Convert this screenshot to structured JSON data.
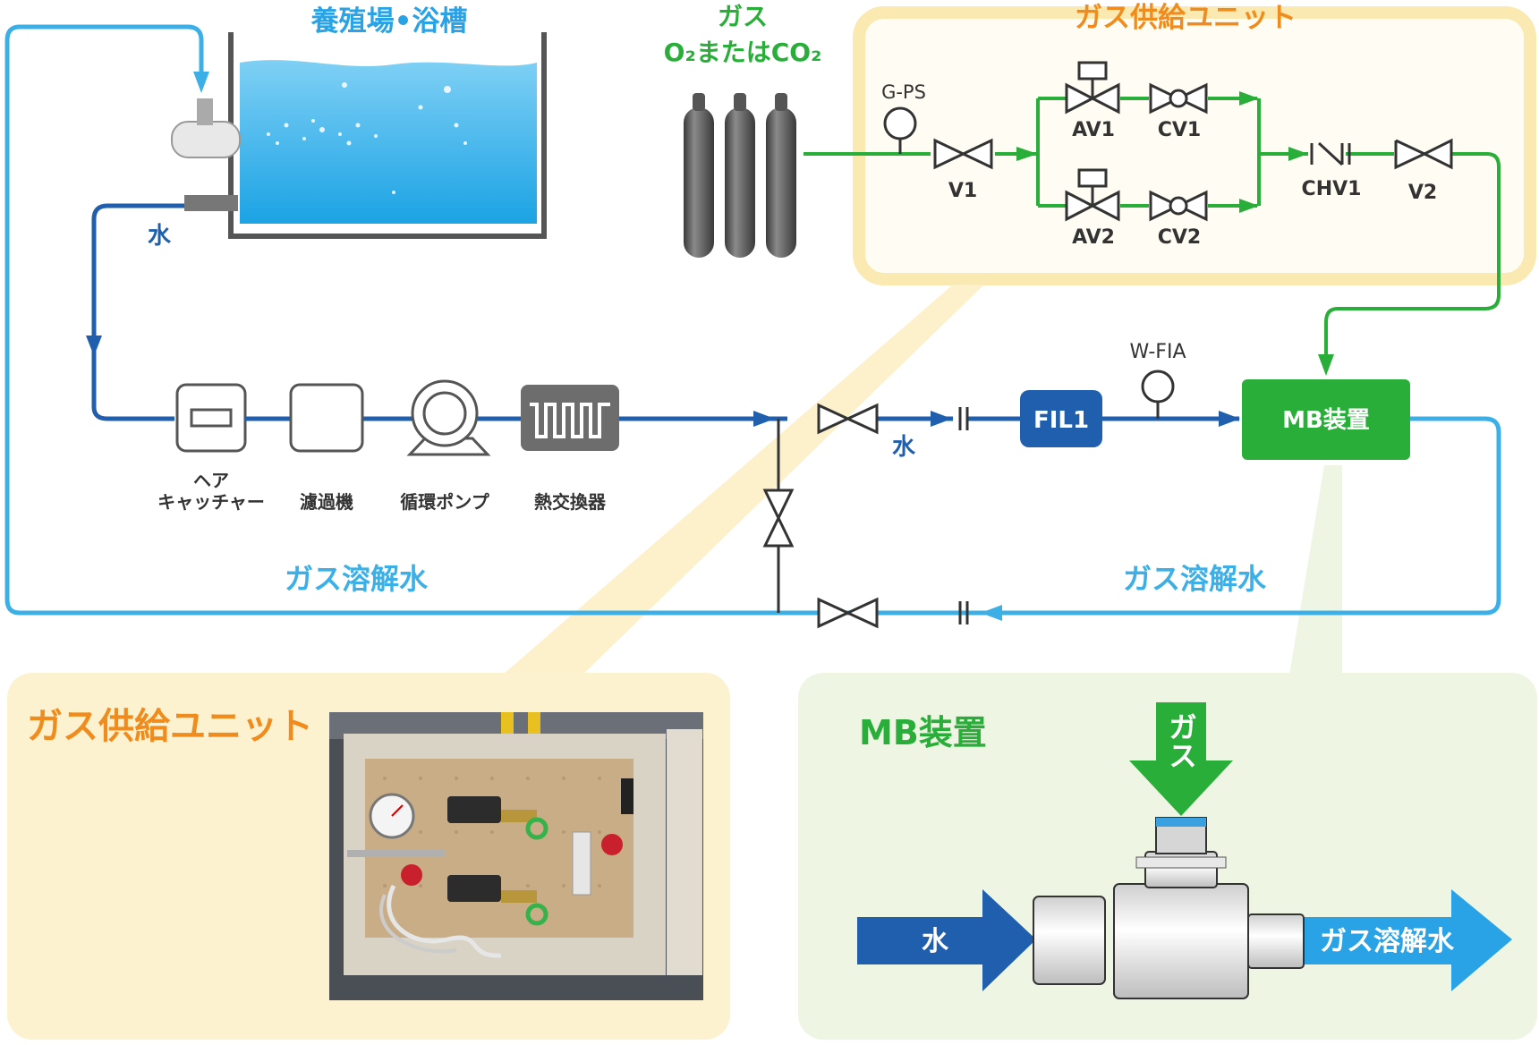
{
  "colors": {
    "water": "#1f5fae",
    "dissolved": "#3cb0e6",
    "gas": "#2aae3a",
    "unit_bg": "#fdf2cf",
    "unit_border": "#f7e6a8",
    "mb_bg": "#eef5e3",
    "title_orange": "#f08c1e",
    "grey": "#555555"
  },
  "tank": {
    "title": "養殖場•浴槽"
  },
  "gas_source": {
    "title": "ガス",
    "subtitle": "O₂またはCO₂"
  },
  "gas_unit": {
    "title": "ガス供給ユニット"
  },
  "instruments": {
    "gps": "G-PS",
    "wfia": "W-FIA"
  },
  "valves": {
    "v1": "V1",
    "v2": "V2",
    "av1": "AV1",
    "av2": "AV2",
    "cv1": "CV1",
    "cv2": "CV2",
    "chv1": "CHV1"
  },
  "line_labels": {
    "water_left": "水",
    "water_mid": "水",
    "dissolved_left": "ガス溶解水",
    "dissolved_right": "ガス溶解水"
  },
  "equipment": {
    "hair_catcher_1": "ヘア",
    "hair_catcher_2": "キャッチャー",
    "filter": "濾過機",
    "pump": "循環ポンプ",
    "heat_exchanger": "熱交換器",
    "fil1": "FIL1",
    "mb_device": "MB装置"
  },
  "photo_panel": {
    "title": "ガス供給ユニット"
  },
  "mb_panel": {
    "title": "MB装置",
    "gas_in": "ガス",
    "water_in": "水",
    "out": "ガス溶解水"
  }
}
